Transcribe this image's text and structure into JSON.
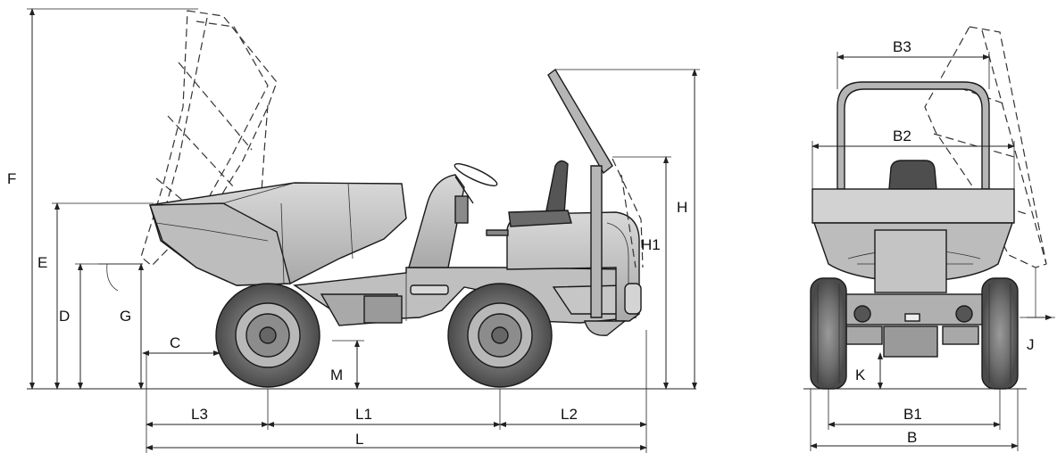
{
  "side_view": {
    "labels": {
      "F": "F",
      "E": "E",
      "D": "D",
      "G": "G",
      "C": "C",
      "M": "M",
      "H": "H",
      "H1": "H1",
      "L1": "L1",
      "L2": "L2",
      "L3": "L3",
      "L": "L"
    }
  },
  "front_view": {
    "labels": {
      "B3": "B3",
      "B2": "B2",
      "K": "K",
      "J": "J",
      "B1": "B1",
      "B": "B"
    }
  },
  "colors": {
    "body_fill": "#c9c9c9",
    "body_dark": "#8c8c8c",
    "tire_fill": "#6a6a6a",
    "tire_dark": "#3c3c3c",
    "line": "#1a1a1a"
  }
}
